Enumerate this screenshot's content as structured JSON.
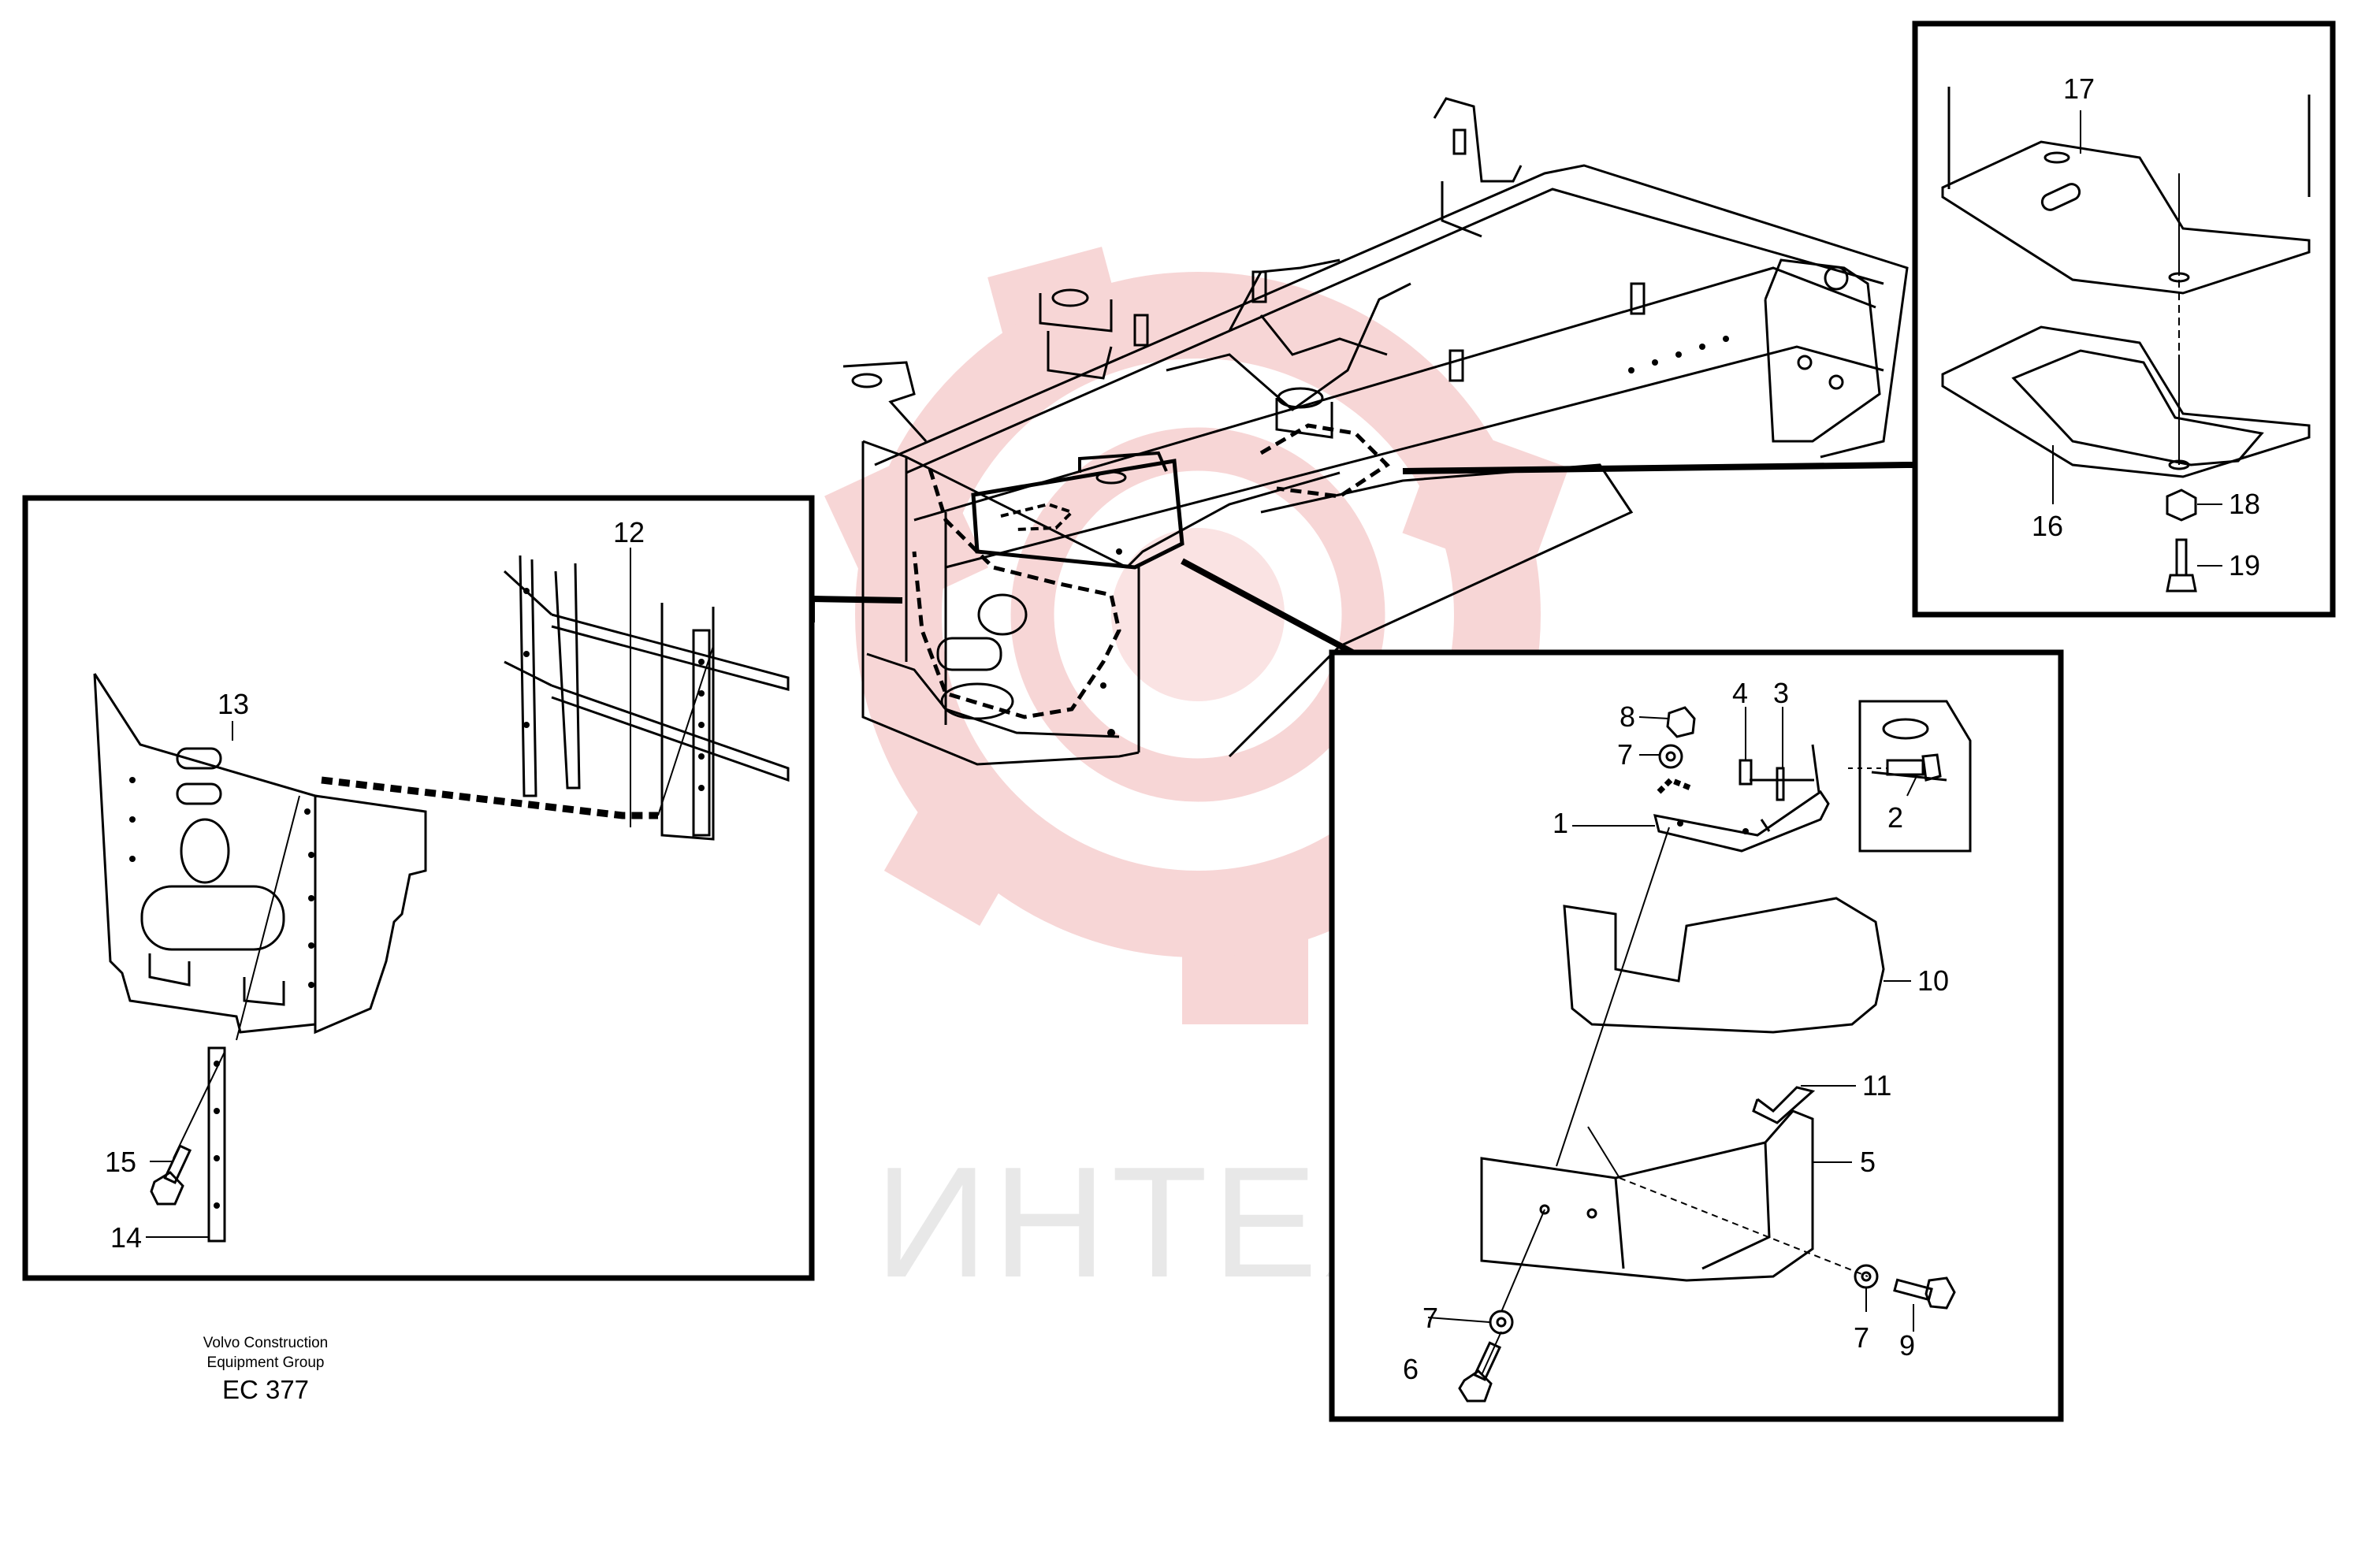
{
  "watermark": {
    "text": "ИНТЕХ",
    "color": "#f3c4c4"
  },
  "footer": {
    "line1": "Volvo Construction",
    "line2": "Equipment Group",
    "code": "EC 377"
  },
  "callouts": {
    "left": [
      "12",
      "13",
      "14",
      "15"
    ],
    "right": [
      "1",
      "2",
      "3",
      "4",
      "5",
      "6",
      "7",
      "7",
      "7",
      "8",
      "9",
      "10",
      "11"
    ],
    "top_right": [
      "16",
      "17",
      "18",
      "19"
    ]
  }
}
